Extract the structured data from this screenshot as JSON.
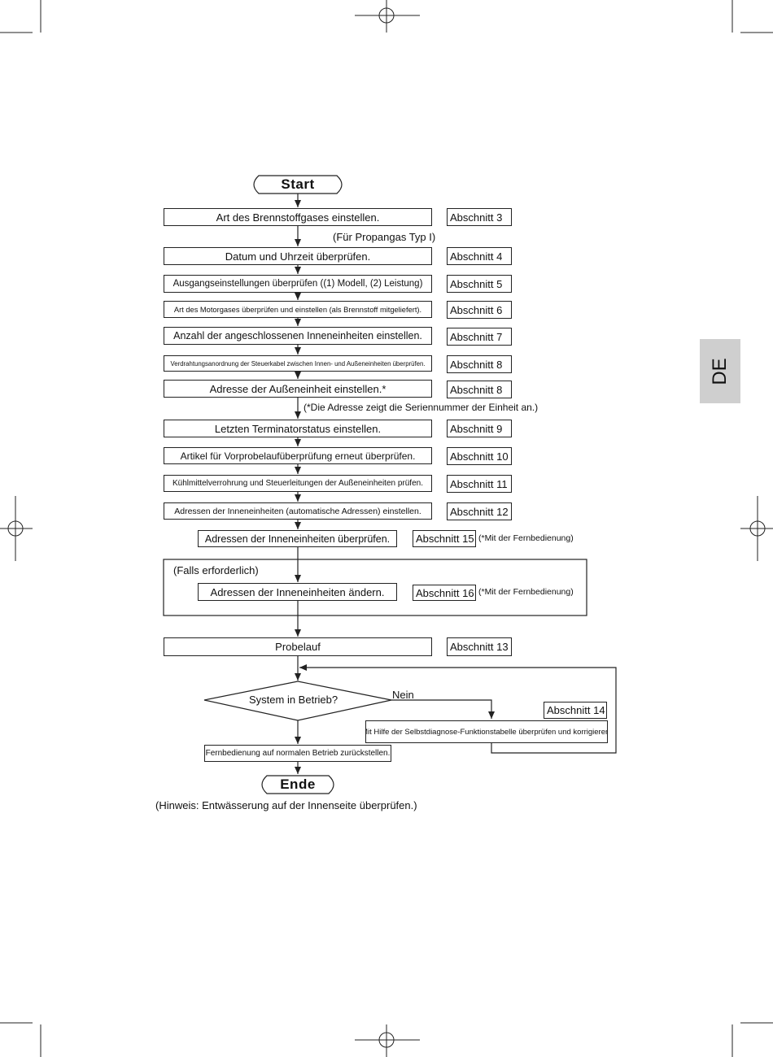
{
  "language_tab": "DE",
  "start": "Start",
  "end": "Ende",
  "steps": [
    {
      "text": "Art des Brennstoffgases einstellen.",
      "section": "Abschnitt 3"
    },
    {
      "text": "Datum und Uhrzeit überprüfen.",
      "section": "Abschnitt 4"
    },
    {
      "text": "Ausgangseinstellungen überprüfen ((1) Modell, (2) Leistung)",
      "section": "Abschnitt 5"
    },
    {
      "text": "Art des Motorgases überprüfen und einstellen (als Brennstoff mitgeliefert).",
      "section": "Abschnitt 6"
    },
    {
      "text": "Anzahl der angeschlossenen Inneneinheiten einstellen.",
      "section": "Abschnitt 7"
    },
    {
      "text": "Verdrahtungsanordnung der Steuerkabel zwischen Innen- und Außeneinheiten überprüfen.",
      "section": "Abschnitt 8"
    },
    {
      "text": "Adresse der Außeneinheit einstellen.*",
      "section": "Abschnitt 8"
    },
    {
      "text": "Letzten Terminatorstatus einstellen.",
      "section": "Abschnitt 9"
    },
    {
      "text": "Artikel für Vorprobelaufüberprüfung erneut überprüfen.",
      "section": "Abschnitt 10"
    },
    {
      "text": "Kühlmittelverrohrung und Steuerleitungen der Außeneinheiten prüfen.",
      "section": "Abschnitt 11"
    },
    {
      "text": "Adressen der Inneneinheiten (automatische Adressen) einstellen.",
      "section": "Abschnitt 12"
    },
    {
      "text": "Adressen der Inneneinheiten überprüfen.",
      "section": "Abschnitt 15",
      "note": "(*Mit der Fernbedienung)"
    },
    {
      "text": "Adressen der Inneneinheiten ändern.",
      "section": "Abschnitt 16",
      "note": "(*Mit der Fernbedienung)"
    },
    {
      "text": "Probelauf",
      "section": "Abschnitt 13"
    }
  ],
  "notes": {
    "propane": "(Für Propangas Typ I)",
    "address": "(*Die Adresse zeigt die Seriennummer der Einheit an.)",
    "if_required": "(Falls erforderlich)",
    "hint": "(Hinweis: Entwässerung auf der Innenseite überprüfen.)"
  },
  "decision": {
    "question": "System in Betrieb?",
    "no_label": "Nein",
    "no_action": "Mit Hilfe der Selbstdiagnose-Funktionstabelle überprüfen und korrigieren.",
    "no_section": "Abschnitt 14",
    "yes_action": "Fernbedienung auf normalen Betrieb zurückstellen."
  }
}
